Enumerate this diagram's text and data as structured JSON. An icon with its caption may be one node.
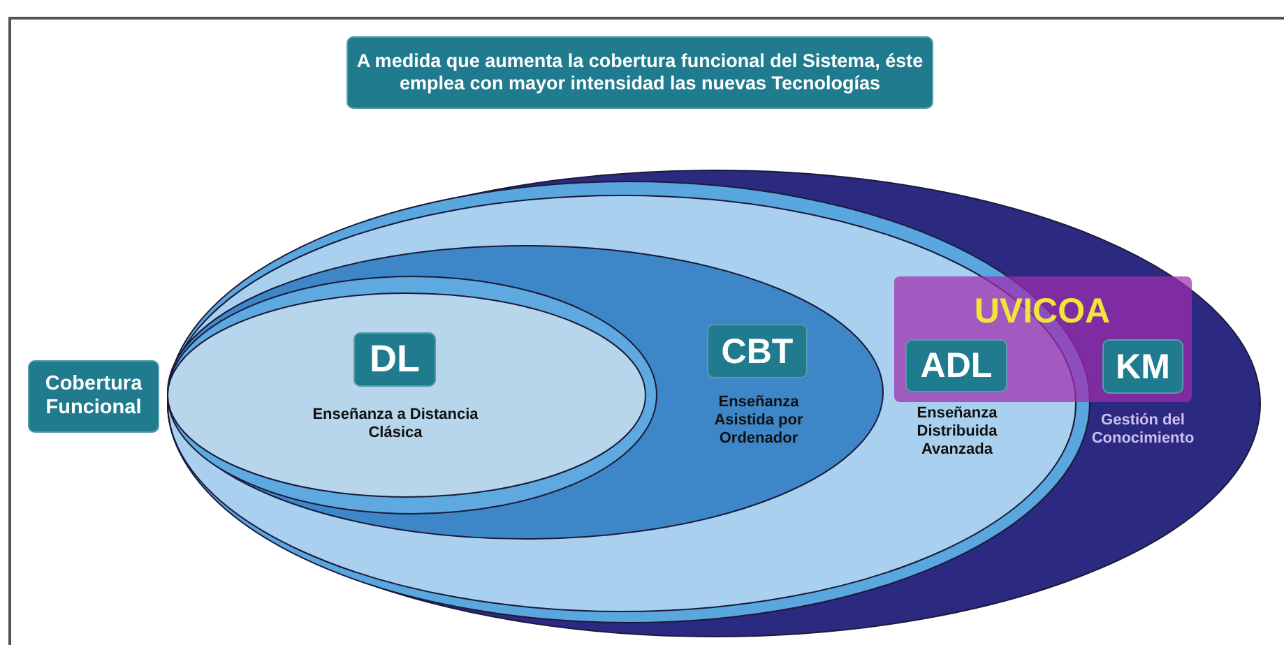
{
  "diagram": {
    "nodes": [
      {
        "text": [
          "A medida que aumenta la cobertura funcional del Sistema, éste emplea con mayor intensidad las nuevas Tecnologías"
        ]
      },
      {
        "text": [
          "Cobertura Funcional"
        ]
      },
      {
        "text": [
          "Gestión del Conocimiento"
        ]
      },
      {
        "text": [
          "Enseñanza Distribuida Avanzada"
        ],
        "in": 2
      },
      {
        "text": [
          "Enseñanza Asistida por Ordenador"
        ],
        "in": 3
      },
      {
        "text": [
          "Enseñanza a Distancia Clásica"
        ],
        "in": 4
      },
      {
        "text": [
          "DL"
        ],
        "in": 5
      },
      {
        "text": [
          "CBT"
        ],
        "in": 4
      },
      {
        "text": [
          "UVICOA"
        ],
        "in": 2
      },
      {
        "text": [
          "ADL"
        ]
      },
      {
        "text": [
          "KM"
        ],
        "in": 8
      }
    ]
  }
}
